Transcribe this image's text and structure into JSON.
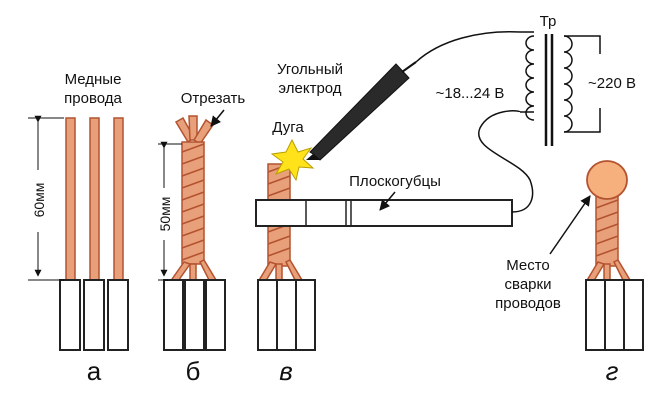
{
  "labels": {
    "copper_wires_line1": "Медные",
    "copper_wires_line2": "провода",
    "dim_60": "60мм",
    "cut": "Отрезать",
    "dim_50": "50мм",
    "electrode_line1": "Угольный",
    "electrode_line2": "электрод",
    "arc": "Дуга",
    "pliers": "Плоскогубцы",
    "voltage_low": "~18...24 В",
    "voltage_high": "~220 В",
    "transformer": "Тр",
    "weld_line1": "Место",
    "weld_line2": "сварки",
    "weld_line3": "проводов"
  },
  "stages": {
    "a": "а",
    "b": "б",
    "v": "в",
    "g": "г"
  },
  "colors": {
    "copper": "#e8a07a",
    "copper_dark": "#b4532f",
    "insulation": "#ffffff",
    "outline": "#222222",
    "arc": "#ffe21a",
    "weld_ball": "#f6b07e",
    "electrode": "#2a2a2a"
  }
}
